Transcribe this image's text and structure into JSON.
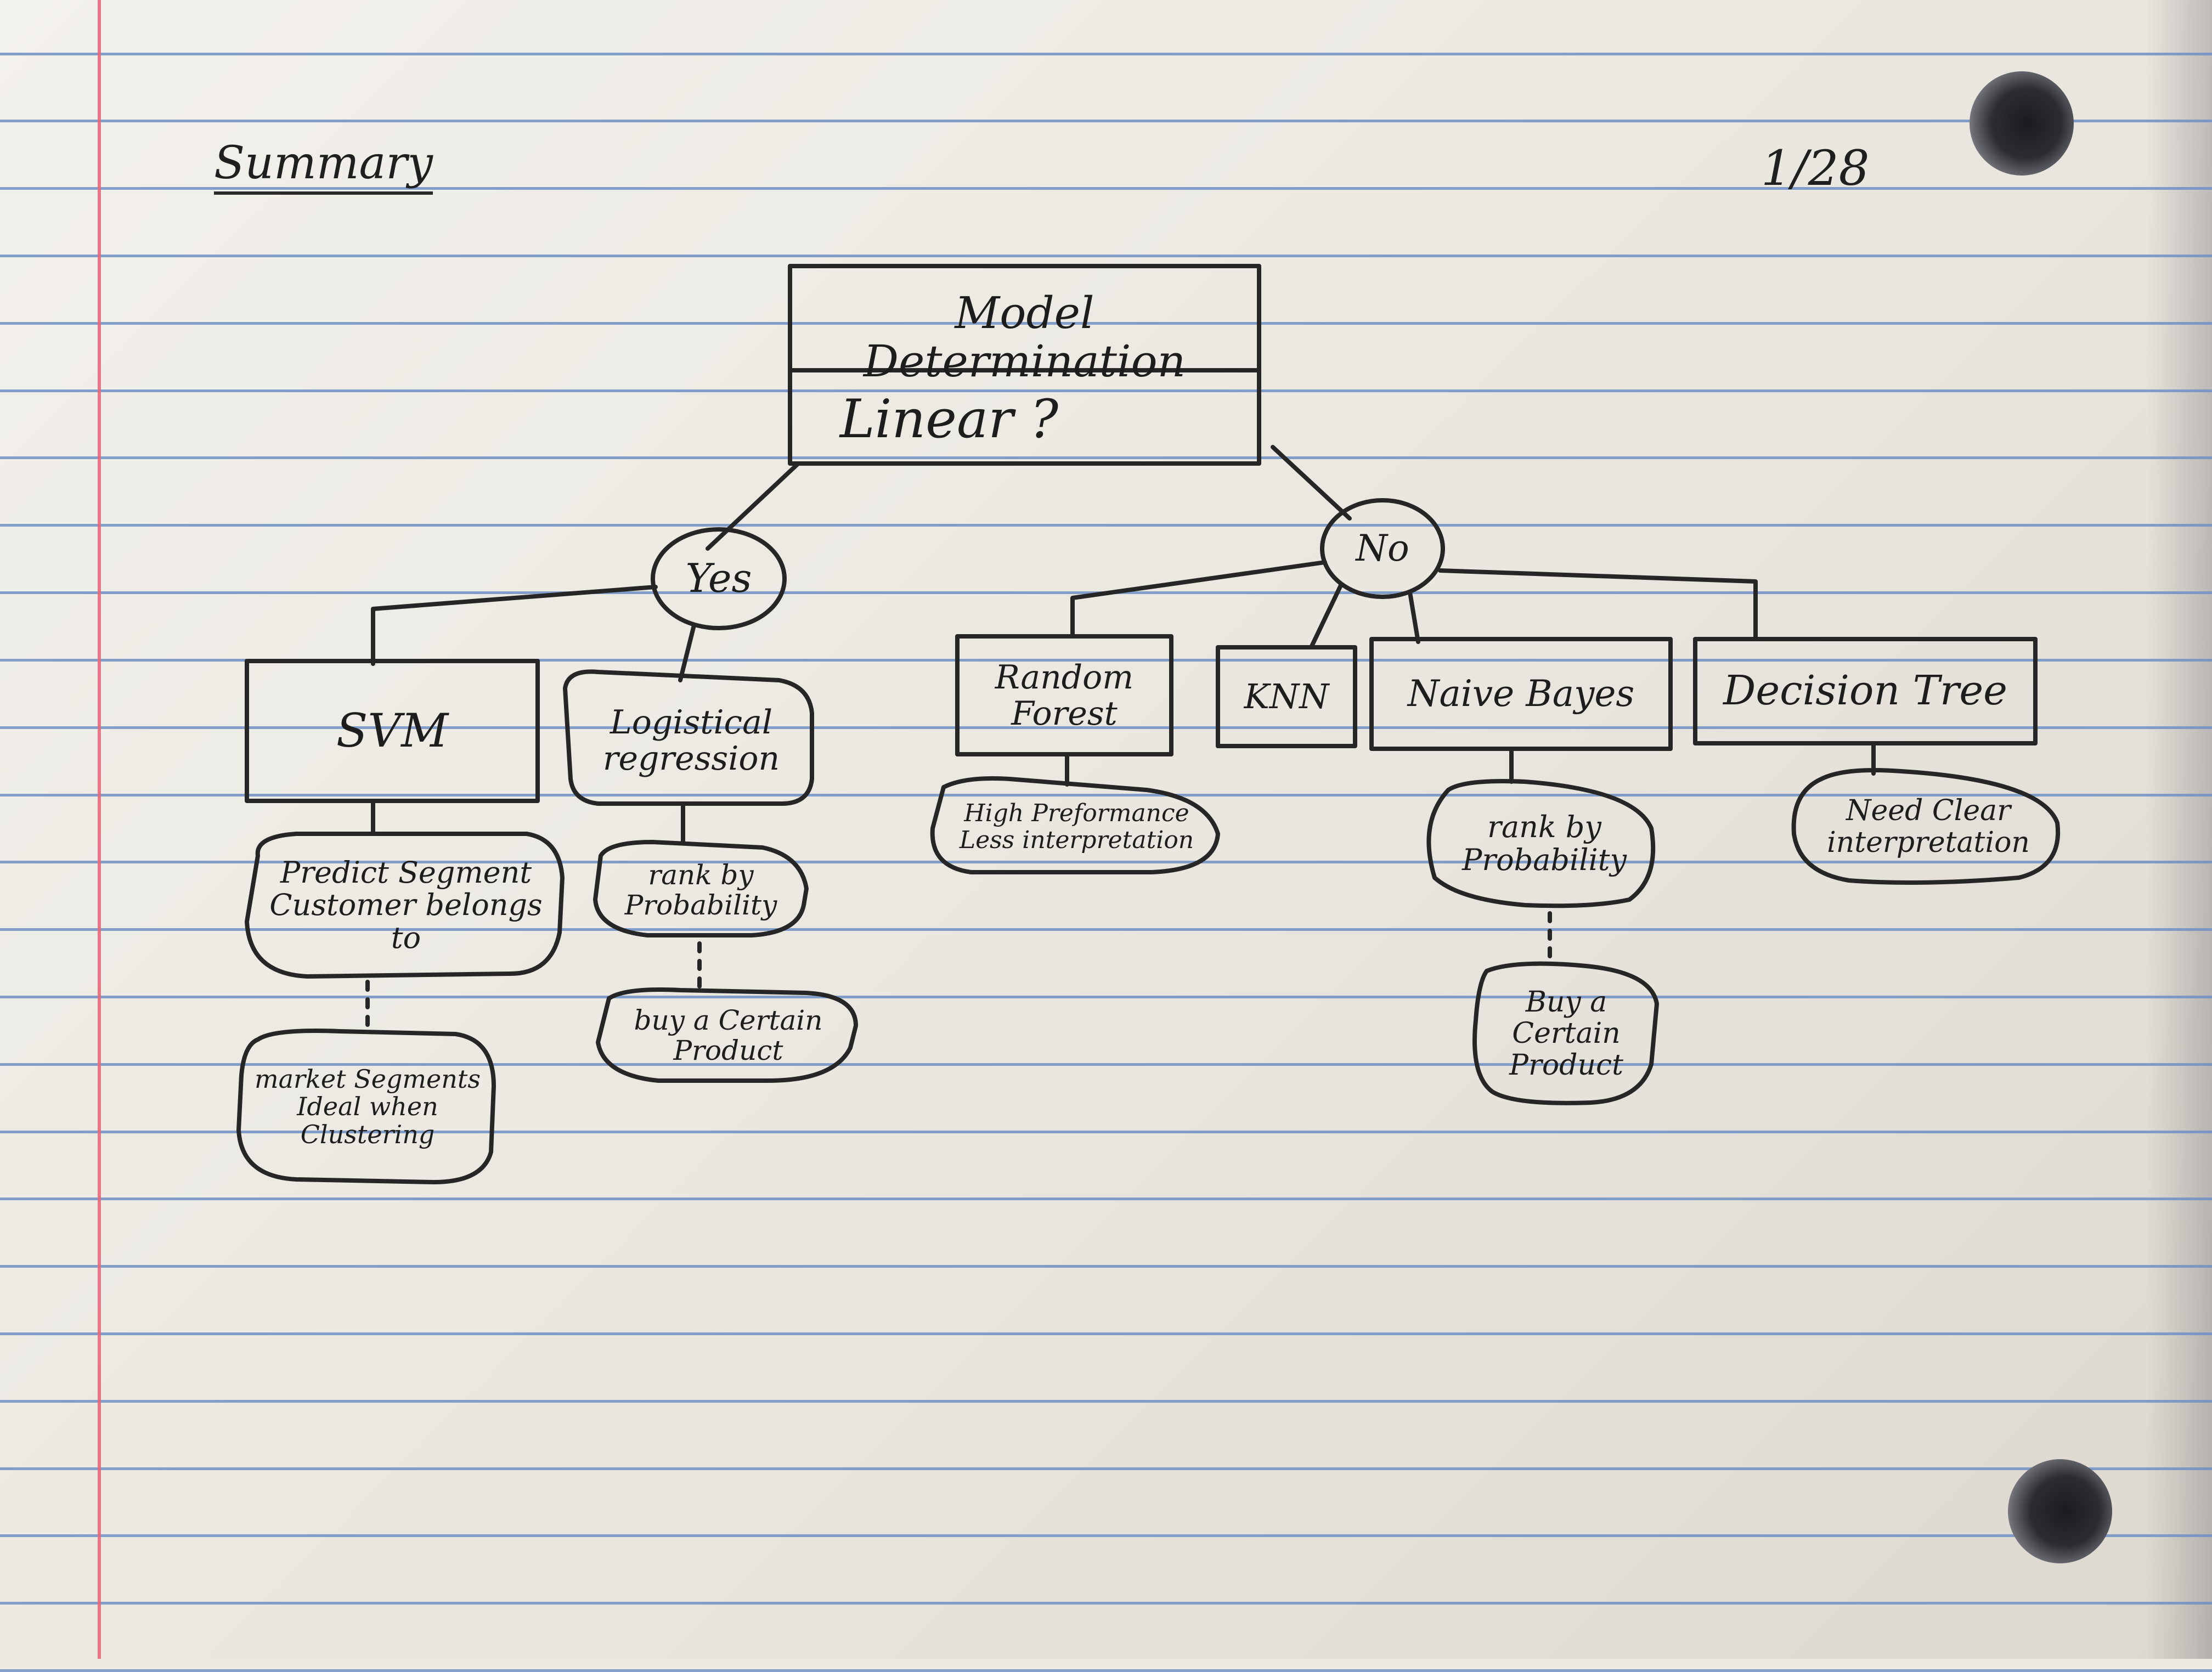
{
  "page": {
    "heading": "Summary",
    "date": "1/28"
  },
  "diagram": {
    "root": {
      "title": "Model Determination",
      "question": "Linear ?"
    },
    "branches": {
      "yes": "Yes",
      "no": "No"
    },
    "models": {
      "svm": "SVM",
      "logistic": "Logistical regression",
      "random_forest": "Random Forest",
      "knn": "KNN",
      "naive_bayes": "Naive Bayes",
      "decision_tree": "Decision Tree"
    },
    "notes": {
      "svm_use": "Predict Segment Customer belongs to",
      "svm_followup": "market Segments Ideal when Clustering",
      "logistic_use": "rank by Probability",
      "logistic_followup": "buy a Certain Product",
      "rf_note": "High Preformance Less interpretation",
      "nb_use": "rank by Probability",
      "nb_followup": "Buy a Certain Product",
      "dt_note": "Need Clear interpretation"
    }
  },
  "colors": {
    "ink": "#1f1f1f",
    "rule_lines": "#6f8fc4",
    "margin_line": "#e46a7c"
  }
}
